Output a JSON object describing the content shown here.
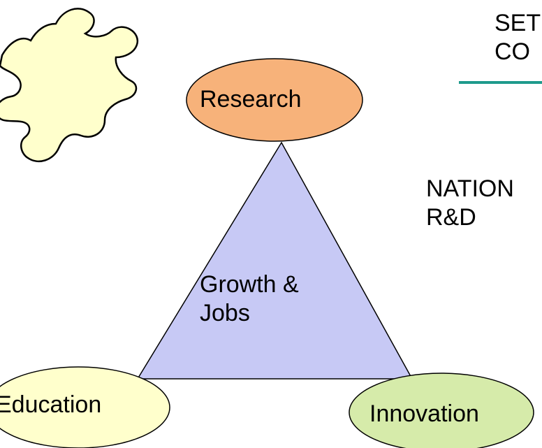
{
  "nodes": {
    "research": "Research",
    "education": "Education",
    "innovation": "Innovation"
  },
  "center": {
    "line1": "Growth &",
    "line2": "Jobs"
  },
  "right_text": {
    "top_line1": "SET",
    "top_line2": "CO",
    "middle_line1": "NATION",
    "middle_line2": "R&D"
  },
  "colors": {
    "research_fill": "#f7b27a",
    "education_fill": "#ffffcc",
    "innovation_fill": "#d6ebaa",
    "triangle_fill": "#c7c9f5",
    "puzzle_fill": "#ffffcc",
    "divider": "#1e9a8c"
  },
  "icons": [
    "puzzle-piece-icon"
  ]
}
